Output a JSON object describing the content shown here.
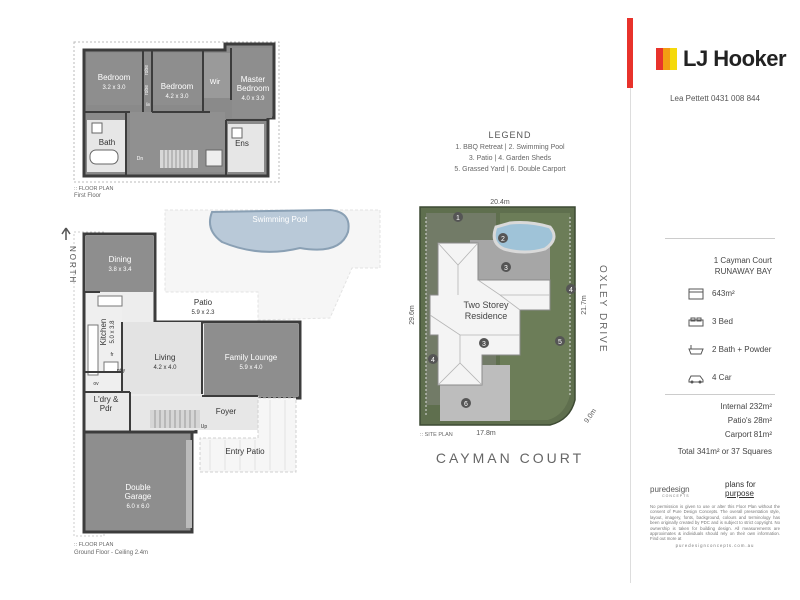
{
  "floor_plan_first": {
    "rooms": [
      {
        "name": "Bedroom",
        "size": "3.2 x 3.0"
      },
      {
        "name": "Bedroom",
        "size": "4.2 x 3.0"
      },
      {
        "name": "Master",
        "name2": "Bedroom",
        "size": "4.0 x 3.9"
      },
      {
        "name": "Wir"
      },
      {
        "name": "robe"
      },
      {
        "name": "robe"
      },
      {
        "name": "Bath"
      },
      {
        "name": "Ens"
      },
      {
        "name": "lin"
      },
      {
        "name": "Dn"
      }
    ],
    "label_tag": ":: FLOOR PLAN",
    "label": "First Floor"
  },
  "floor_plan_ground": {
    "rooms": [
      {
        "name": "Dining",
        "size": "3.8 x 3.4"
      },
      {
        "name": "Patio",
        "size": "5.9 x 2.3"
      },
      {
        "name": "Kitchen",
        "size": "5.0 x 3.8"
      },
      {
        "name": "Living",
        "size": "4.2 x 4.0"
      },
      {
        "name": "Family Lounge",
        "size": "5.9 x 4.0"
      },
      {
        "name": "L'dry &",
        "name2": "Pdr"
      },
      {
        "name": "Foyer"
      },
      {
        "name": "Entry Patio"
      },
      {
        "name": "Double",
        "name2": "Garage",
        "size": "6.0 x 6.0"
      },
      {
        "name": "Swimming Pool"
      },
      {
        "name": "ptry"
      },
      {
        "name": "ov"
      },
      {
        "name": "Up"
      },
      {
        "name": "fr"
      }
    ],
    "north_label": "NORTH",
    "label_tag": ":: FLOOR PLAN",
    "label": "Ground Floor - Ceiling 2.4m"
  },
  "legend": {
    "title": "LEGEND",
    "line1": "1. BBQ Retreat  |  2. Swimming Pool",
    "line2": "3. Patio  |  4. Garden Sheds",
    "line3": "5. Grassed Yard  |  6.  Double Carport"
  },
  "site_plan": {
    "dim_top": "20.4m",
    "dim_left": "29.6m",
    "dim_right": "21.7m",
    "dim_bottom": "17.8m",
    "dim_corner": "9.0m",
    "residence_line1": "Two Storey",
    "residence_line2": "Residence",
    "street_side": "OXLEY DRIVE",
    "street_front": "CAYMAN COURT",
    "label_tag": ":: SITE PLAN",
    "markers": [
      "1",
      "2",
      "3",
      "3",
      "4",
      "4",
      "5",
      "6"
    ]
  },
  "panel": {
    "brand": "LJ Hooker",
    "brand_colors": [
      "#e8322b",
      "#f39c12",
      "#f5d90a"
    ],
    "agent": "Lea Pettett 0431 008 844",
    "address_line1": "1 Cayman Court",
    "address_line2": "RUNAWAY BAY",
    "features": [
      {
        "icon": "land-area-icon",
        "label": "643m²"
      },
      {
        "icon": "bed-icon",
        "label": "3 Bed"
      },
      {
        "icon": "bath-icon",
        "label": "2 Bath + Powder"
      },
      {
        "icon": "car-icon",
        "label": "4 Car"
      }
    ],
    "areas": [
      "Internal 232m²",
      "Patio's 28m²",
      "Carport 81m²",
      "Total 341m² or 37 Squares"
    ],
    "designer": "puredesign",
    "designer_sub": "CONCEPTS",
    "tagline1": "plans for",
    "tagline2": "purpose",
    "disclaimer": "No permission is given to use or alter this Floor Plan without the consent of Pure Design Concepts. The overall presentation style, layout, imagery, fonts, background, colours and terminology has been originally created by PDC and is subject to strict copyright. No ownership is taken for building design. All measurements are approximates & individuals should rely on their own information. Find out more at",
    "website": "puredesignconcepts.com.au"
  }
}
